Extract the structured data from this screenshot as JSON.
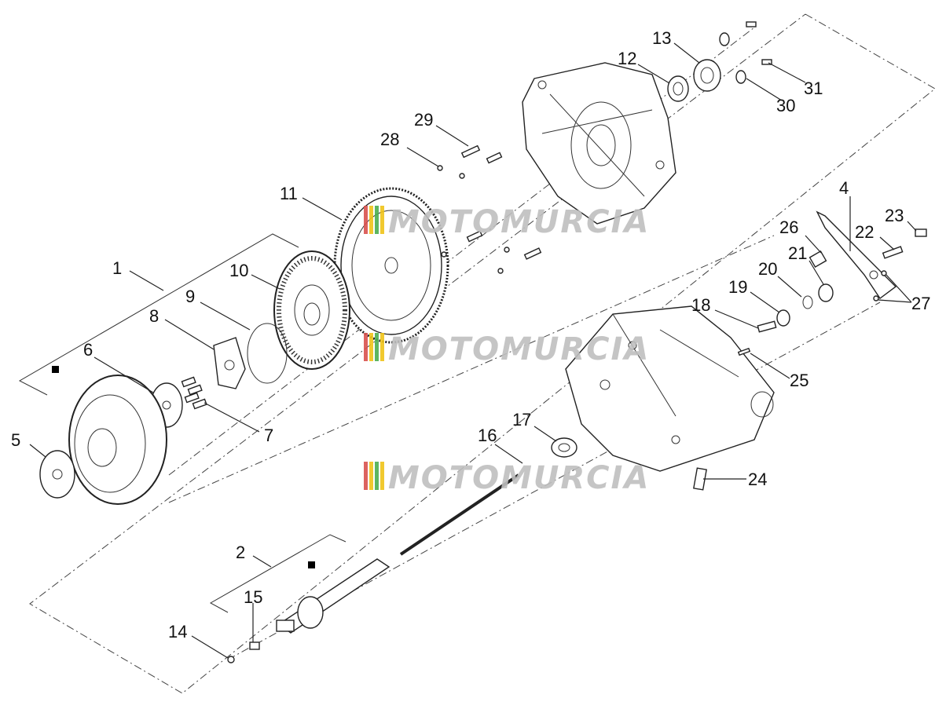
{
  "labels": {
    "l1": "1",
    "l2": "2",
    "l4": "4",
    "l5": "5",
    "l6": "6",
    "l7": "7",
    "l8": "8",
    "l9": "9",
    "l10": "10",
    "l11": "11",
    "l12": "12",
    "l13": "13",
    "l14": "14",
    "l15": "15",
    "l16": "16",
    "l17": "17",
    "l18": "18",
    "l19": "19",
    "l20": "20",
    "l21": "21",
    "l22": "22",
    "l23": "23",
    "l24": "24",
    "l25": "25",
    "l26": "26",
    "l27": "27",
    "l28": "28",
    "l29": "29",
    "l30": "30",
    "l31": "31"
  },
  "watermark": {
    "text": "MOTOMURCIA",
    "stripe_colors": [
      "#d9534f",
      "#f0c419",
      "#4caf50",
      "#f0c419"
    ]
  }
}
